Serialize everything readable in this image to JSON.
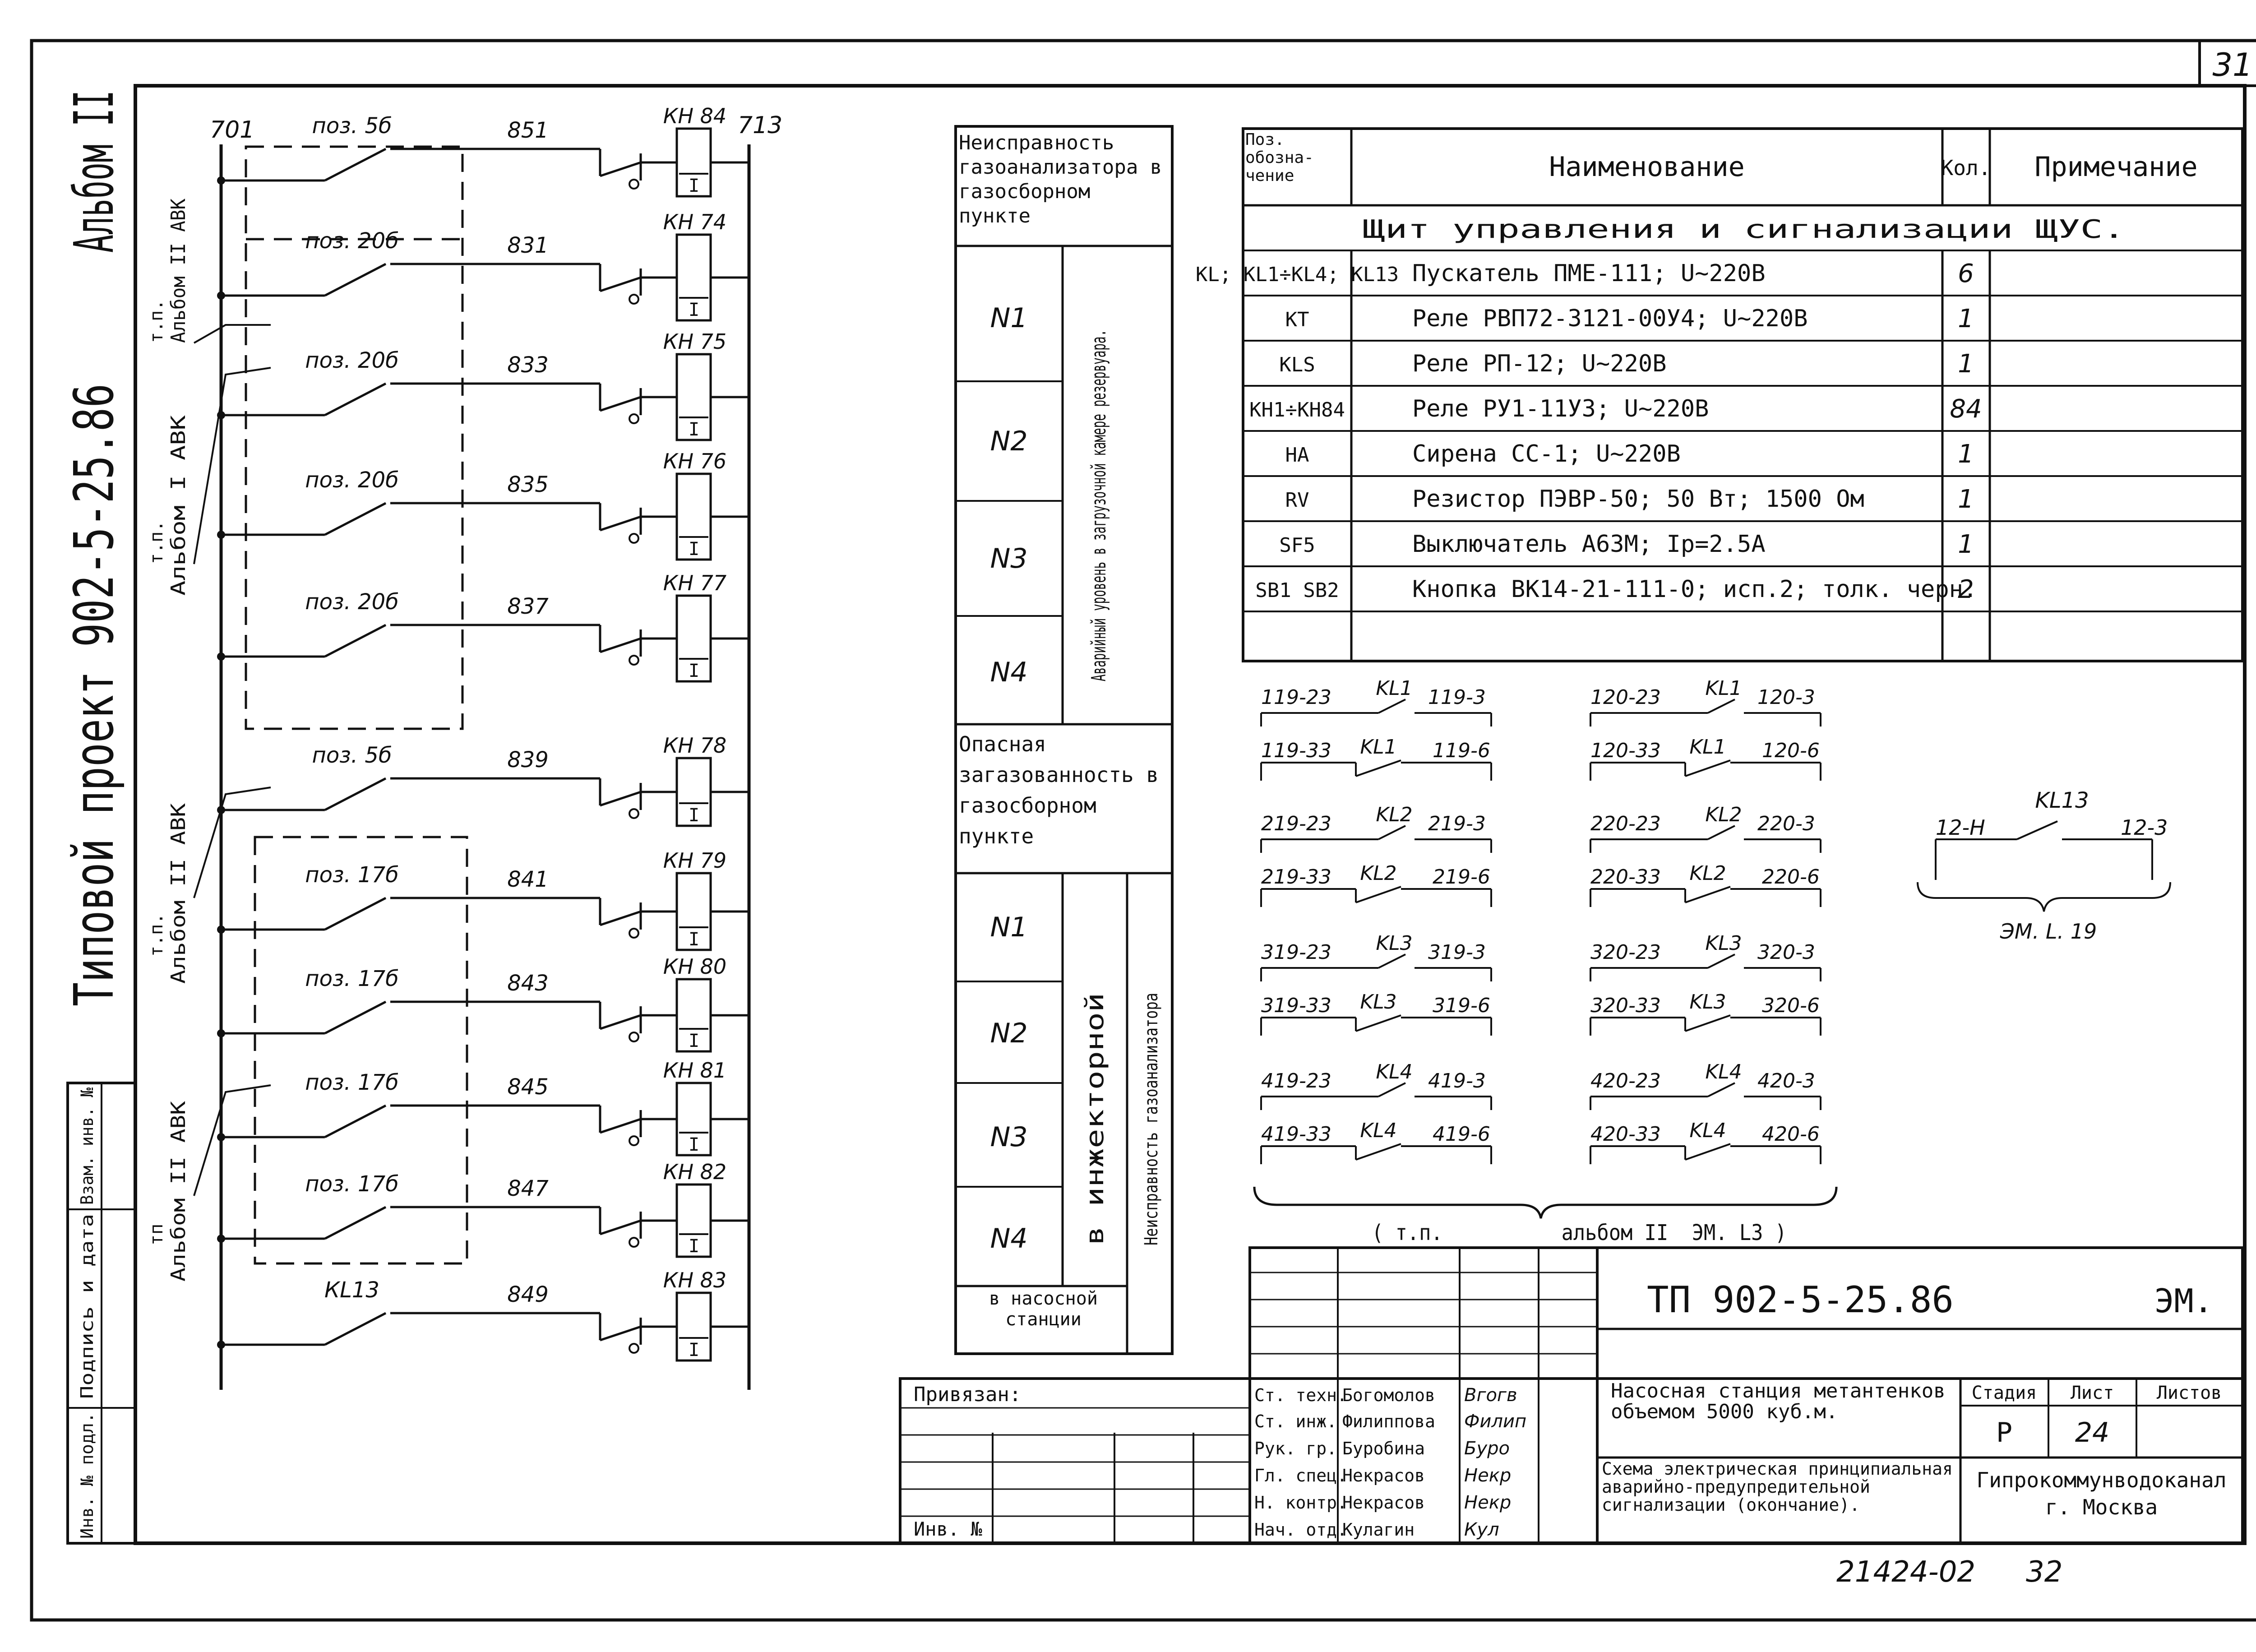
{
  "sheet": {
    "corner_number": "31",
    "bottom_code": "21424-02",
    "bottom_page": "32"
  },
  "left_margin": {
    "series_title": "Типовой проект 902-5-25.86",
    "album": "Альбом II",
    "stamp_cells": [
      "Инв. № подл.",
      "Подпись и дата",
      "Взам. инв. №"
    ]
  },
  "schematic": {
    "bus_left": "701",
    "bus_right": "713",
    "tp_labels": [
      {
        "tp": "т.п.",
        "album": "Альбом II АВК"
      },
      {
        "tp": "т.п.",
        "album": "Альбом I АВК"
      },
      {
        "tp": "т.п.",
        "album": "Альбом II АВК"
      },
      {
        "tp": "тп",
        "album": "Альбом II АВК"
      }
    ],
    "rows": [
      {
        "contact": "поз. 5б",
        "wire": "851",
        "relay": "КН 84",
        "coil": "I"
      },
      {
        "contact": "поз. 20б",
        "wire": "831",
        "relay": "КН 74",
        "coil": "I"
      },
      {
        "contact": "поз. 20б",
        "wire": "833",
        "relay": "КН 75",
        "coil": "I"
      },
      {
        "contact": "поз. 20б",
        "wire": "835",
        "relay": "КН 76",
        "coil": "I"
      },
      {
        "contact": "поз. 20б",
        "wire": "837",
        "relay": "КН 77",
        "coil": "I"
      },
      {
        "contact": "поз. 5б",
        "wire": "839",
        "relay": "КН 78",
        "coil": "I"
      },
      {
        "contact": "поз. 17б",
        "wire": "841",
        "relay": "КН 79",
        "coil": "I"
      },
      {
        "contact": "поз. 17б",
        "wire": "843",
        "relay": "КН 80",
        "coil": "I"
      },
      {
        "contact": "поз. 17б",
        "wire": "845",
        "relay": "КН 81",
        "coil": "I"
      },
      {
        "contact": "поз. 17б",
        "wire": "847",
        "relay": "КН 82",
        "coil": "I"
      },
      {
        "contact": "КL13",
        "wire": "849",
        "relay": "КН 83",
        "coil": "I"
      }
    ]
  },
  "fault_table": {
    "head_top": "Неисправность газоанализатора в газосборном пункте",
    "vertical_top": "Аварийный уровень в загрузочной камере резервуара.",
    "rows_top": [
      "N1",
      "N2",
      "N3",
      "N4"
    ],
    "head_mid": "Опасная загазованность в газосборном пункте",
    "vertical_mid_a": "в инжекторной",
    "vertical_mid_b": "Неисправность газоанализатора",
    "rows_mid": [
      "N1",
      "N2",
      "N3",
      "N4"
    ],
    "footer": "в насосной станции"
  },
  "spec_table": {
    "headers": [
      "Поз. обозна- чение",
      "Наименование",
      "Кол.",
      "Примечание"
    ],
    "section": "Щит управления и сигнализации ЩУС.",
    "rows": [
      [
        "KL; KL1÷KL4; KL13",
        "Пускатель ПМЕ-111; U~220В",
        "6",
        ""
      ],
      [
        "КТ",
        "Реле РВП72-3121-00У4; U~220В",
        "1",
        ""
      ],
      [
        "KLS",
        "Реле РП-12; U~220В",
        "1",
        ""
      ],
      [
        "КН1÷КН84",
        "Реле РУ1-11У3; U~220В",
        "84",
        ""
      ],
      [
        "НА",
        "Сирена СС-1; U~220В",
        "1",
        ""
      ],
      [
        "RV",
        "Резистор ПЭВР-50; 50 Вт; 1500 Ом",
        "1",
        ""
      ],
      [
        "SF5",
        "Выключатель А63М; Iр=2.5А",
        "1",
        ""
      ],
      [
        "SB1 SB2",
        "Кнопка ВК14-21-111-0; исп.2; толк. черн.",
        "2",
        ""
      ],
      [
        "",
        "",
        "",
        ""
      ]
    ]
  },
  "contacts": {
    "groups": [
      {
        "left_a": "119-23",
        "relay": "KL1",
        "right_a": "119-3",
        "left_b": "119-33",
        "right_b": "119-6"
      },
      {
        "left_a": "219-23",
        "relay": "KL2",
        "right_a": "219-3",
        "left_b": "219-33",
        "right_b": "219-6"
      },
      {
        "left_a": "319-23",
        "relay": "KL3",
        "right_a": "319-3",
        "left_b": "319-33",
        "right_b": "319-6"
      },
      {
        "left_a": "419-23",
        "relay": "KL4",
        "right_a": "419-3",
        "left_b": "419-33",
        "right_b": "419-6"
      },
      {
        "left_a": "120-23",
        "relay": "KL1",
        "right_a": "120-3",
        "left_b": "120-33",
        "right_b": "120-6"
      },
      {
        "left_a": "220-23",
        "relay": "KL2",
        "right_a": "220-3",
        "left_b": "220-33",
        "right_b": "220-6"
      },
      {
        "left_a": "320-23",
        "relay": "KL3",
        "right_a": "320-3",
        "left_b": "320-33",
        "right_b": "320-6"
      },
      {
        "left_a": "420-23",
        "relay": "KL4",
        "right_a": "420-3",
        "left_b": "420-33",
        "right_b": "420-6"
      }
    ],
    "brace_label": "( т.п.          альбом II  ЭМ. L3 )",
    "kl13": {
      "relay": "KL13",
      "left": "12-Н",
      "right": "12-3",
      "ref": "ЭМ. L. 19"
    }
  },
  "title_block": {
    "code": "ТП 902-5-25.86",
    "mark": "ЭМ.",
    "privyazan": "Привязан:",
    "inv": "Инв. №",
    "staff": [
      {
        "role": "Ст. техн.",
        "name": "Богомолов",
        "sign": "Вгогв"
      },
      {
        "role": "Ст. инж.",
        "name": "Филиппова",
        "sign": "Филип"
      },
      {
        "role": "Рук. гр.",
        "name": "Буробина",
        "sign": "Буро"
      },
      {
        "role": "Гл. спец.",
        "name": "Некрасов",
        "sign": "Некр"
      },
      {
        "role": "Н. контр.",
        "name": "Некрасов",
        "sign": "Некр"
      },
      {
        "role": "Нач. отд.",
        "name": "Кулагин",
        "sign": "Кул"
      }
    ],
    "object": "Насосная станция метантенков объемом 5000 куб.м.",
    "sheet_title": "Схема электрическая принципиальная аварийно-предупредительной сигнализации (окончание).",
    "stage_head": "Стадия",
    "sheet_head": "Лист",
    "sheets_head": "Листов",
    "stage": "Р",
    "sheet": "24",
    "sheets": "",
    "org": "Гипрокоммунводоканал г. Москва"
  }
}
